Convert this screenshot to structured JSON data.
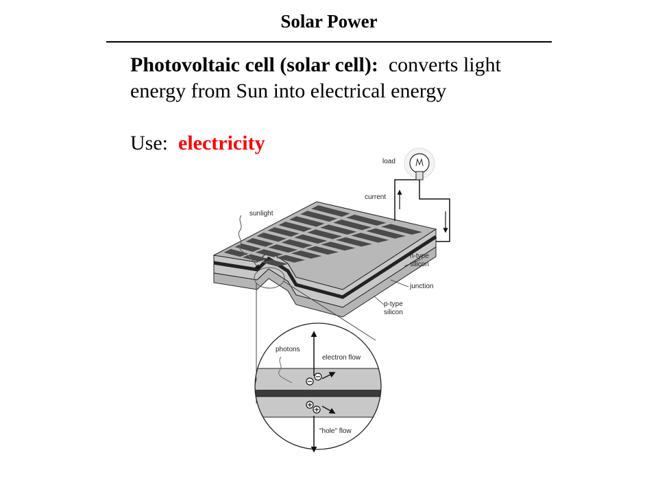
{
  "slide": {
    "title": "Solar Power",
    "definition_term": "Photovoltaic cell (solar cell):",
    "definition_line1": "converts light",
    "definition_line2": "energy from Sun into electrical energy",
    "use_label": "Use:",
    "use_value": "electricity"
  },
  "diagram": {
    "labels": {
      "load": "load",
      "current": "current",
      "sunlight": "sunlight",
      "n_type_1": "n-type",
      "n_type_2": "silicon",
      "junction": "junction",
      "p_type_1": "p-type",
      "p_type_2": "silicon",
      "photons": "photons",
      "electron_flow": "electron flow",
      "hole_flow": "\"hole\" flow"
    }
  },
  "colors": {
    "accent": "#ff0000",
    "panel_top": "#b8b8b8",
    "cell": "#4a4a4a",
    "slab_light": "#c8c8c8",
    "slab_dark": "#3a3a3a"
  }
}
